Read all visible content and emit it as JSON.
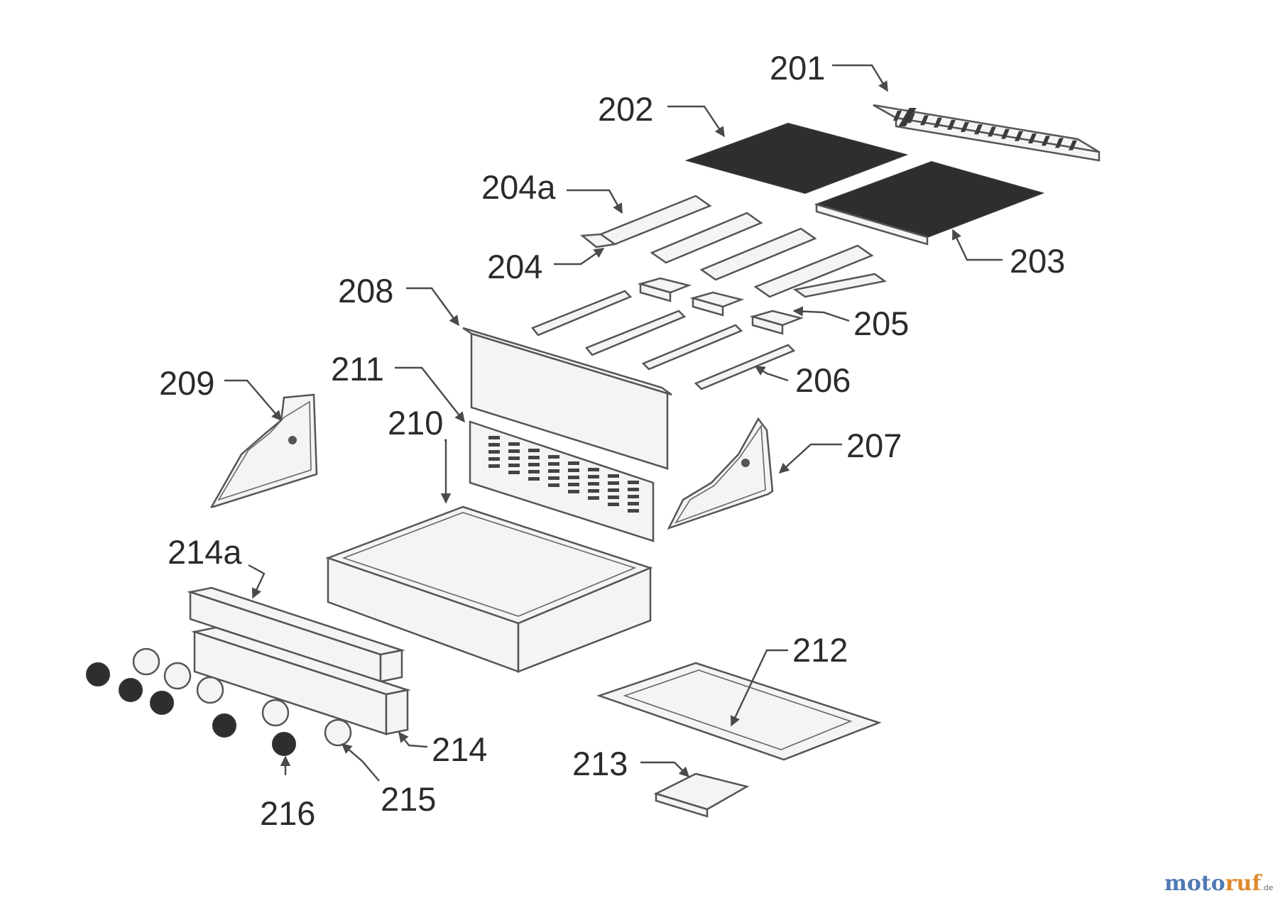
{
  "labels": {
    "l201": "201",
    "l202": "202",
    "l203": "203",
    "l204a": "204a",
    "l204": "204",
    "l205": "205",
    "l206": "206",
    "l207": "207",
    "l208": "208",
    "l209": "209",
    "l210": "210",
    "l211": "211",
    "l212": "212",
    "l213": "213",
    "l214a": "214a",
    "l214": "214",
    "l215": "215",
    "l216": "216"
  },
  "watermark": {
    "part1": "moto",
    "part2": "ruf",
    "suffix": ".de"
  }
}
